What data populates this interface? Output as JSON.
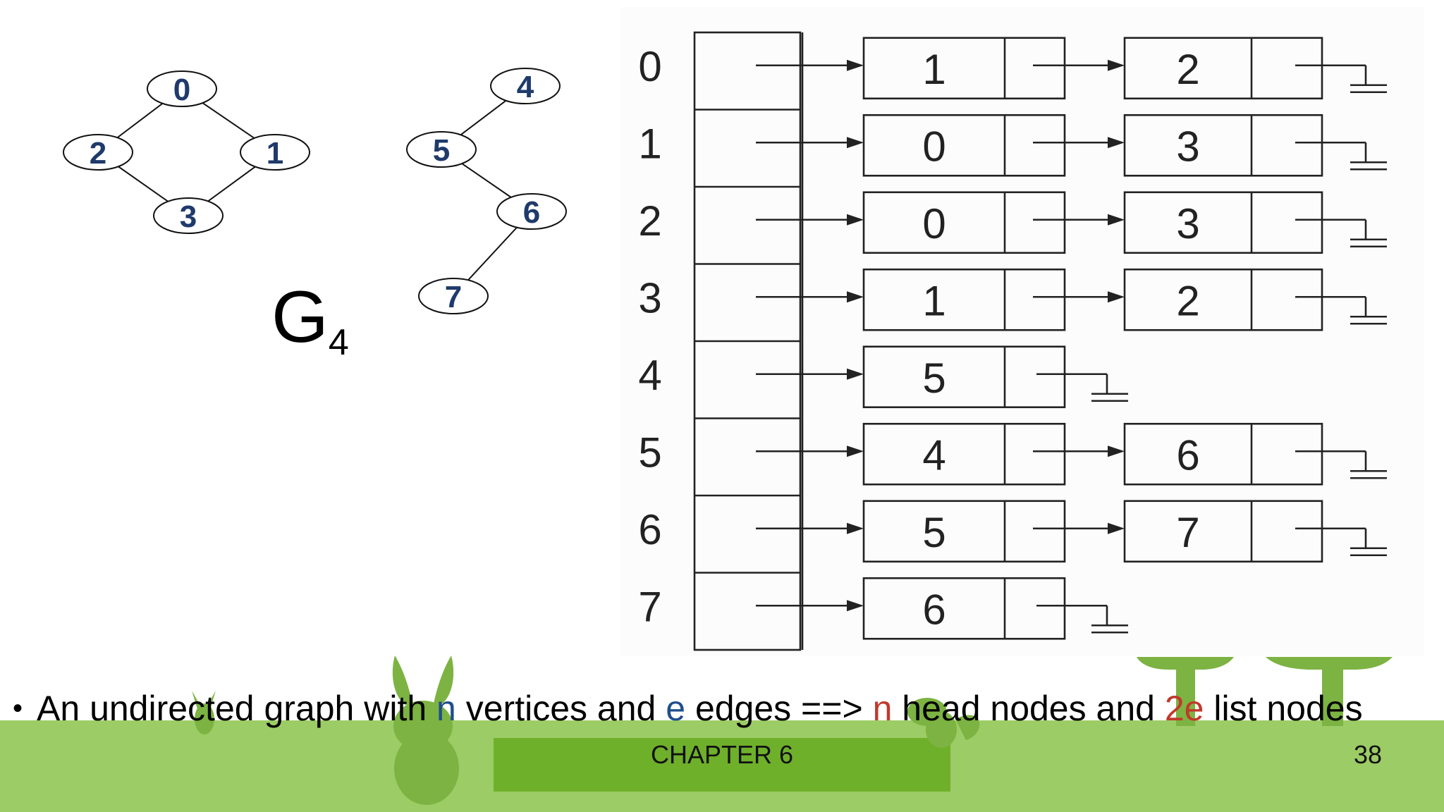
{
  "colors": {
    "footer_band": "#9ccc65",
    "footer_box": "#6fb02b",
    "vertex_label": "#1f3a6b",
    "highlight_blue": "#1f4e8c",
    "highlight_red": "#c0392b"
  },
  "graph": {
    "name": "G",
    "subscript": "4",
    "vertices": [
      {
        "id": "0",
        "label": "0"
      },
      {
        "id": "1",
        "label": "1"
      },
      {
        "id": "2",
        "label": "2"
      },
      {
        "id": "3",
        "label": "3"
      },
      {
        "id": "4",
        "label": "4"
      },
      {
        "id": "5",
        "label": "5"
      },
      {
        "id": "6",
        "label": "6"
      },
      {
        "id": "7",
        "label": "7"
      }
    ],
    "edges": [
      [
        "0",
        "2"
      ],
      [
        "0",
        "1"
      ],
      [
        "2",
        "3"
      ],
      [
        "1",
        "3"
      ],
      [
        "4",
        "5"
      ],
      [
        "5",
        "6"
      ],
      [
        "6",
        "7"
      ]
    ]
  },
  "adjacency_lists": [
    {
      "vertex": "0",
      "nodes": [
        "1",
        "2"
      ]
    },
    {
      "vertex": "1",
      "nodes": [
        "0",
        "3"
      ]
    },
    {
      "vertex": "2",
      "nodes": [
        "0",
        "3"
      ]
    },
    {
      "vertex": "3",
      "nodes": [
        "1",
        "2"
      ]
    },
    {
      "vertex": "4",
      "nodes": [
        "5"
      ]
    },
    {
      "vertex": "5",
      "nodes": [
        "4",
        "6"
      ]
    },
    {
      "vertex": "6",
      "nodes": [
        "5",
        "7"
      ]
    },
    {
      "vertex": "7",
      "nodes": [
        "6"
      ]
    }
  ],
  "bullet": {
    "part1": "An undirected graph with ",
    "n1": "n",
    "part2": " vertices and ",
    "e1": "e",
    "part3": " edges ==> ",
    "n2": "n",
    "part4": " head nodes and ",
    "e2": "2e",
    "part5": " list nodes"
  },
  "footer": {
    "chapter": "CHAPTER 6",
    "page": "38"
  }
}
